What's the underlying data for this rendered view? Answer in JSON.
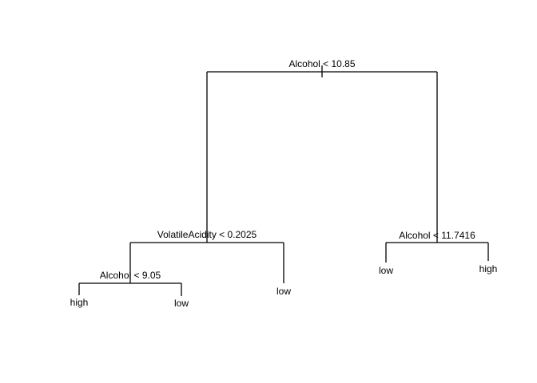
{
  "tree": {
    "root": {
      "split": "Alcohol < 10.85",
      "left": {
        "split": "VolatileAcidity < 0.2025",
        "left": {
          "split": "Alcohol < 9.05",
          "left": {
            "leaf": "high"
          },
          "right": {
            "leaf": "low"
          }
        },
        "right": {
          "leaf": "low"
        }
      },
      "right": {
        "split": "Alcohol < 11.7416",
        "left": {
          "leaf": "low"
        },
        "right": {
          "leaf": "high"
        }
      }
    }
  }
}
